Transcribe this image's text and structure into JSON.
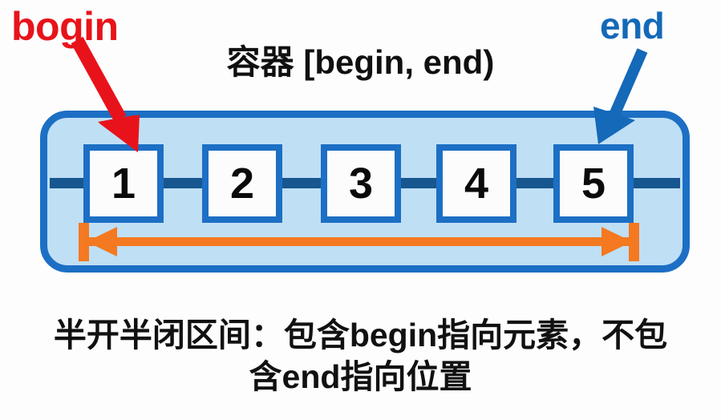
{
  "diagram": {
    "title": "容器 [begin, end)",
    "background_color": "#fdfdfd",
    "labels": {
      "begin": {
        "text": "bogin",
        "color": "#e8131a"
      },
      "end": {
        "text": "end",
        "color": "#1469b8"
      }
    },
    "container": {
      "fill_color": "#bfdff5",
      "border_color": "#1c6fc4"
    },
    "cells": [
      {
        "value": "1"
      },
      {
        "value": "2"
      },
      {
        "value": "3"
      },
      {
        "value": "4"
      },
      {
        "value": "5"
      }
    ],
    "cell_colors": {
      "fill": "#fcfcfc",
      "border": "#1c6fc4",
      "text": "#0a0a0a",
      "connector": "#17568f"
    },
    "range_arrow": {
      "color": "#f47920",
      "direction": "double"
    },
    "caption": {
      "line1": "半开半闭区间：包含begin指向元素，不包",
      "line2": "含end指向位置"
    }
  }
}
